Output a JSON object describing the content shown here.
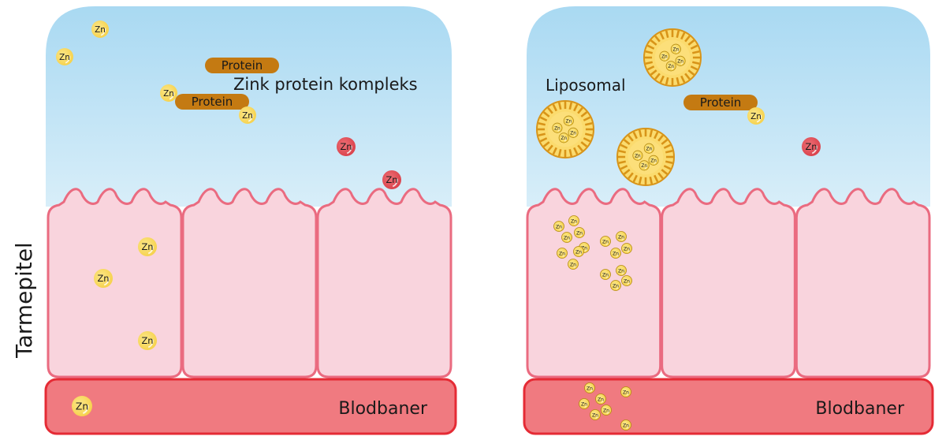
{
  "side_label": "Tarmepitel",
  "colors": {
    "sky_top": "#a9d9f2",
    "sky_bottom": "#d8eef9",
    "cell_fill": "#f9d4dd",
    "cell_stroke": "#ea6b80",
    "blood_fill": "#f07a80",
    "blood_stroke": "#e52b35",
    "protein_fill": "#c47a12",
    "zn_yellow": "#f9df6a",
    "zn_red": "#e85b62",
    "liposome_outer": "#e3a61d",
    "liposome_inner": "#fbdb6e"
  },
  "panels": [
    {
      "id": "left",
      "title": "Zink protein kompleks",
      "blood_label": "Blodbaner",
      "proteins": [
        "Protein",
        "Protein"
      ],
      "zn_label": "Zn",
      "free_zn_yellow_count": 2,
      "free_zn_red_count": 2,
      "cell_zn_count": 3,
      "blood_zn_count": 1
    },
    {
      "id": "right",
      "title": "Liposomal",
      "blood_label": "Blodbaner",
      "proteins": [
        "Protein"
      ],
      "zn_label": "Zn",
      "liposome_count": 3,
      "zn_per_liposome": 4,
      "free_zn_red_count": 1,
      "cell_zn_count": 16,
      "blood_zn_count": 7
    }
  ]
}
